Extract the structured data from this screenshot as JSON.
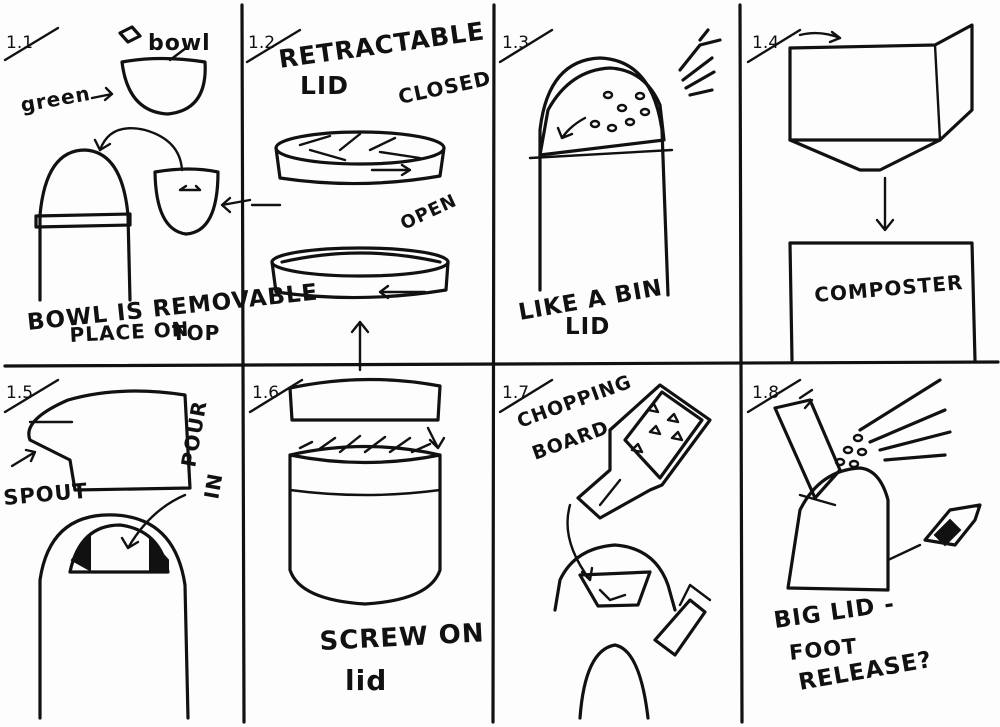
{
  "panels": [
    {
      "number": "1.1",
      "labels": {
        "bowl": "bowl",
        "green": "green",
        "caption_line1": "BOWL IS REMOVABLE",
        "caption_line2": "PLACE ON",
        "caption_line3": "TOP"
      }
    },
    {
      "number": "1.2",
      "labels": {
        "title_line1": "RETRACTABLE",
        "title_line2": "LID",
        "closed": "CLOSED",
        "open": "OPEN"
      }
    },
    {
      "number": "1.3",
      "labels": {
        "caption_line1": "LIKE A BIN",
        "caption_line2": "LID"
      }
    },
    {
      "number": "1.4",
      "labels": {
        "composter": "COMPOSTER"
      }
    },
    {
      "number": "1.5",
      "labels": {
        "spout": "SPOUT",
        "pour_line1": "POUR",
        "pour_line2": "IN"
      }
    },
    {
      "number": "1.6",
      "labels": {
        "caption_line1": "SCREW ON",
        "caption_line2": "lid"
      }
    },
    {
      "number": "1.7",
      "labels": {
        "title_line1": "CHOPPING",
        "title_line2": "BOARD"
      }
    },
    {
      "number": "1.8",
      "labels": {
        "caption_line1": "BIG LID -",
        "caption_line2": "FOOT",
        "caption_line3": "RELEASE?"
      }
    }
  ],
  "colors": {
    "paper": "#fdfdfd",
    "ink": "#111111"
  }
}
